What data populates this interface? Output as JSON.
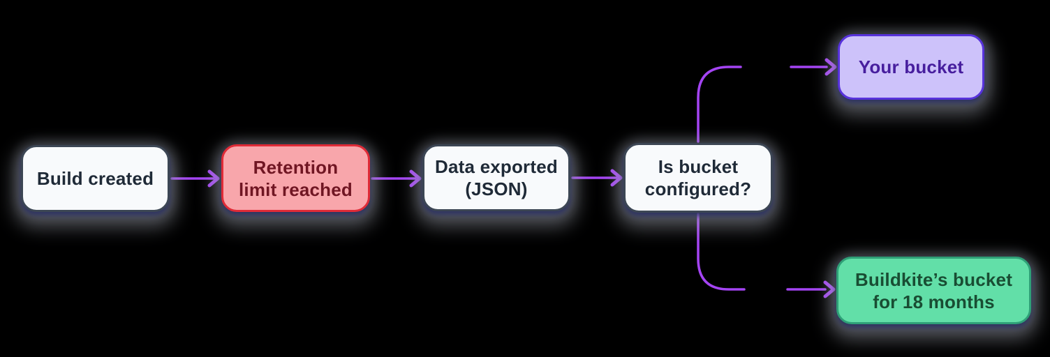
{
  "diagram": {
    "type": "flowchart",
    "background": "#000000",
    "arrow_color": "#A444F3",
    "nodes": [
      {
        "id": "build-created",
        "lines": [
          "Build created"
        ],
        "fill": "#F8FAFC",
        "border": "#3C4654",
        "text_color": "#1F2A37"
      },
      {
        "id": "retention-limit",
        "lines": [
          "Retention",
          "limit reached"
        ],
        "fill": "#F8A6AB",
        "border": "#E02B37",
        "text_color": "#701623"
      },
      {
        "id": "data-exported",
        "lines": [
          "Data exported",
          "(JSON)"
        ],
        "fill": "#F8FAFC",
        "border": "#3C4654",
        "text_color": "#1F2A37"
      },
      {
        "id": "is-bucket-config",
        "lines": [
          "Is bucket",
          "configured?"
        ],
        "fill": "#F8FAFC",
        "border": "#3C4654",
        "text_color": "#1F2A37"
      },
      {
        "id": "your-bucket",
        "lines": [
          "Your bucket"
        ],
        "fill": "#CDC2FA",
        "border": "#5732DB",
        "text_color": "#471E9E"
      },
      {
        "id": "buildkites-bucket",
        "lines": [
          "Buildkite’s bucket",
          "for 18 months"
        ],
        "fill": "#62DFA8",
        "border": "#2FA077",
        "text_color": "#194D33"
      }
    ],
    "edges": [
      {
        "from": "build-created",
        "to": "retention-limit"
      },
      {
        "from": "retention-limit",
        "to": "data-exported"
      },
      {
        "from": "data-exported",
        "to": "is-bucket-config"
      },
      {
        "from": "is-bucket-config",
        "to": "your-bucket"
      },
      {
        "from": "is-bucket-config",
        "to": "buildkites-bucket"
      }
    ]
  }
}
